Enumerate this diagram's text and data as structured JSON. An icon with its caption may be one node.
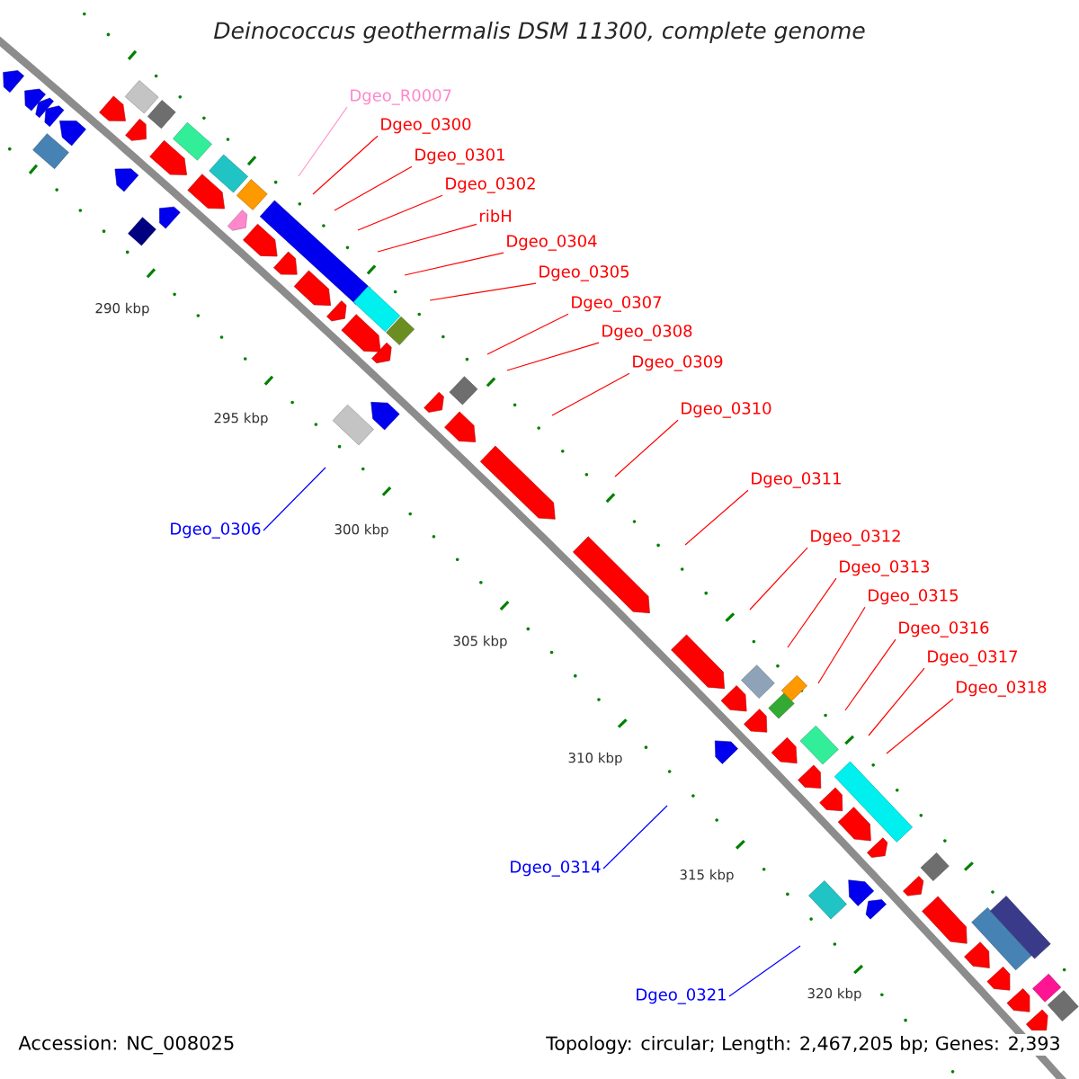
{
  "diagram": {
    "title": "Deinococcus geothermalis DSM 11300, complete genome",
    "nodes": [
      {
        "text": [
          "Dgeo_R0007"
        ]
      },
      {
        "text": [
          "Dgeo_0300"
        ]
      },
      {
        "text": [
          "Dgeo_0301"
        ]
      },
      {
        "text": [
          "Dgeo_0302"
        ]
      },
      {
        "text": [
          "ribH"
        ]
      },
      {
        "text": [
          "Dgeo_0304"
        ]
      },
      {
        "text": [
          "Dgeo_0305"
        ]
      },
      {
        "text": [
          "Dgeo_0307"
        ]
      },
      {
        "text": [
          "Dgeo_0308"
        ]
      },
      {
        "text": [
          "Dgeo_0309"
        ]
      },
      {
        "text": [
          "Dgeo_0310"
        ]
      },
      {
        "text": [
          "Dgeo_0311"
        ]
      },
      {
        "text": [
          "Dgeo_0306"
        ]
      },
      {
        "text": [
          "Dgeo_0312"
        ]
      },
      {
        "text": [
          "Dgeo_0313"
        ]
      },
      {
        "text": [
          "Dgeo_0315"
        ]
      },
      {
        "text": [
          "Dgeo_0316"
        ]
      },
      {
        "text": [
          "Dgeo_0317"
        ]
      },
      {
        "text": [
          "Dgeo_0318"
        ]
      },
      {
        "text": [
          "Dgeo_0314"
        ]
      },
      {
        "text": [
          "Dgeo_0321"
        ]
      }
    ],
    "edges": [
      {
        "from": 0,
        "to": null,
        "arrow": "none",
        "color": "#ff99cc"
      },
      {
        "from": 1,
        "to": null,
        "arrow": "none"
      },
      {
        "from": 2,
        "to": null,
        "arrow": "none"
      },
      {
        "from": 3,
        "to": null,
        "arrow": "none"
      },
      {
        "from": 4,
        "to": null,
        "arrow": "none"
      },
      {
        "from": 5,
        "to": null,
        "arrow": "none"
      },
      {
        "from": 6,
        "to": null,
        "arrow": "none"
      },
      {
        "from": 7,
        "to": null,
        "arrow": "none"
      },
      {
        "from": 8,
        "to": null,
        "arrow": "none"
      },
      {
        "from": 9,
        "to": null,
        "arrow": "none"
      },
      {
        "from": 10,
        "to": null,
        "arrow": "none"
      },
      {
        "from": 11,
        "to": null,
        "arrow": "none"
      },
      {
        "from": 12,
        "to": null,
        "arrow": "none",
        "color": "#0000ff"
      },
      {
        "from": 13,
        "to": null,
        "arrow": "none"
      },
      {
        "from": 14,
        "to": null,
        "arrow": "none"
      },
      {
        "from": 15,
        "to": null,
        "arrow": "none"
      },
      {
        "from": 16,
        "to": null,
        "arrow": "none"
      },
      {
        "from": 17,
        "to": null,
        "arrow": "none"
      },
      {
        "from": 18,
        "to": null,
        "arrow": "none"
      },
      {
        "from": 19,
        "to": null,
        "arrow": "none",
        "color": "#0000ff"
      },
      {
        "from": 20,
        "to": null,
        "arrow": "none",
        "color": "#0000ff"
      }
    ],
    "labels": [
      "290 kbp",
      "295 kbp",
      "300 kbp",
      "305 kbp",
      "310 kbp",
      "315 kbp",
      "320 kbp",
      "Accession: NC_008025",
      "Topology: circular; Length: 2,467,205 bp; Genes: 2,393"
    ]
  }
}
